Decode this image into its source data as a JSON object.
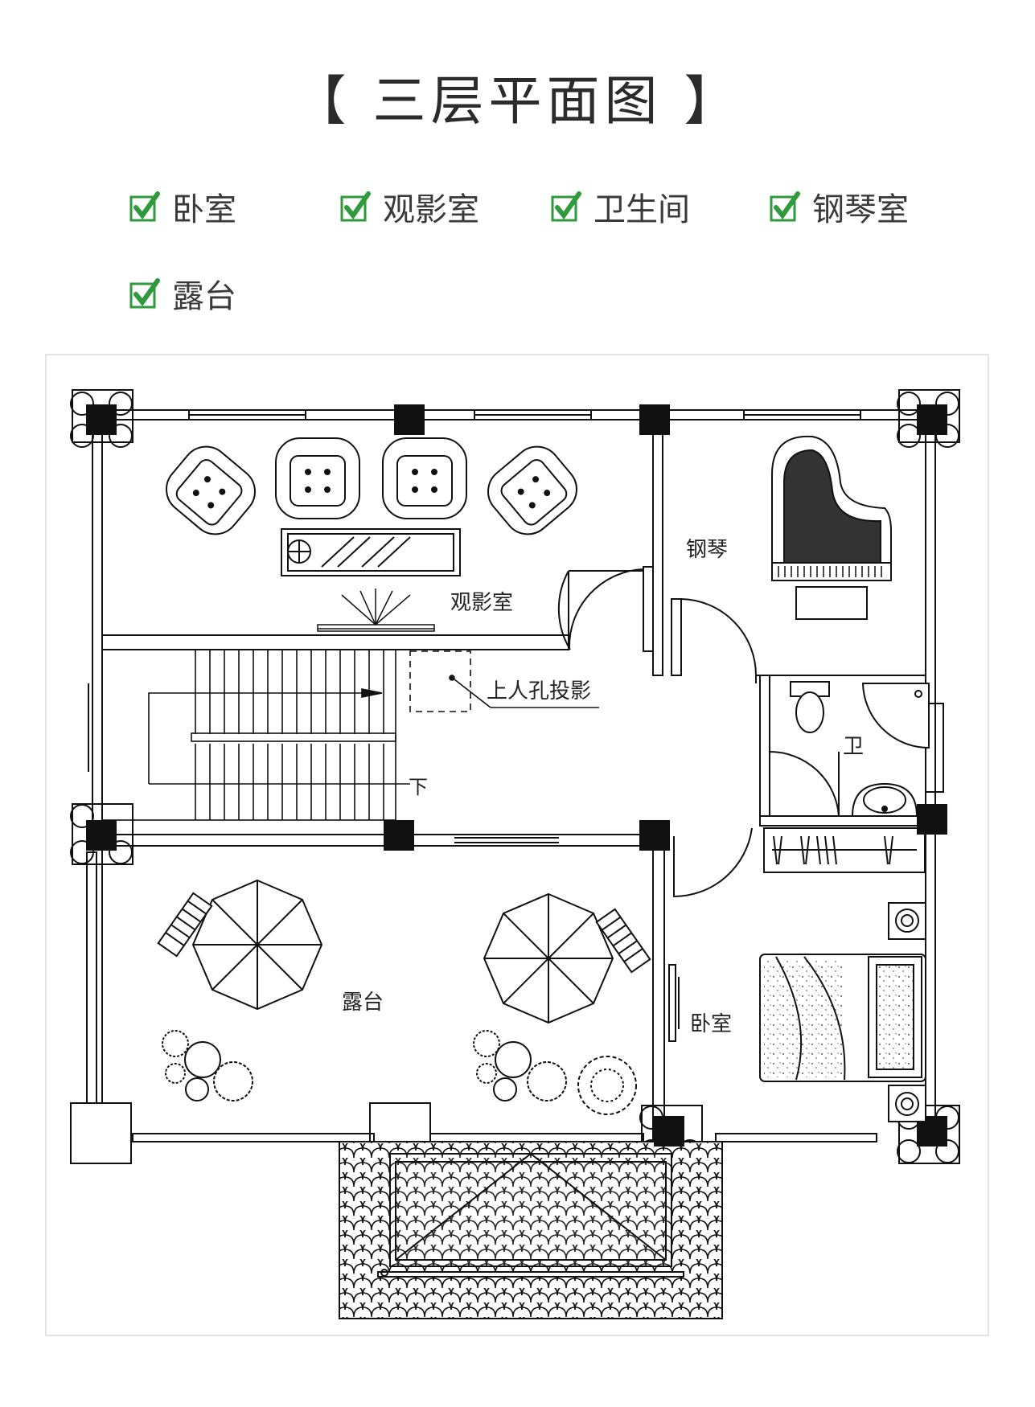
{
  "title": "【 三层平面图 】",
  "features": [
    "卧室",
    "观影室",
    "卫生间",
    "钢琴室",
    "露台"
  ],
  "rooms": {
    "theater": "观影室",
    "piano": "钢琴",
    "bath": "卫",
    "attic_hatch": "上人孔投影",
    "down": "下",
    "terrace": "露台",
    "bedroom": "卧室"
  },
  "colors": {
    "check_green": "#2e9a3b",
    "line": "#111111"
  }
}
